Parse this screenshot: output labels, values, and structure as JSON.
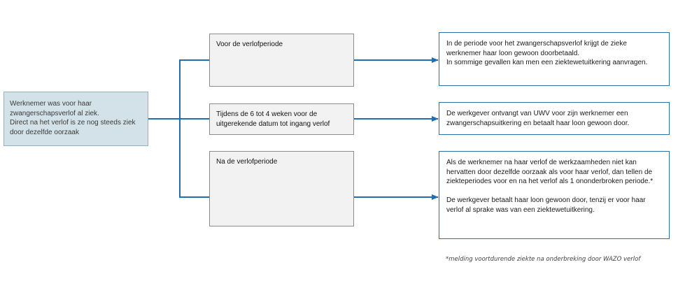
{
  "root": {
    "text": "Werknemer was voor haar zwangerschapsverlof al ziek.\nDirect na het verlof is ze nog steeds ziek door dezelfde oorzaak"
  },
  "branches": [
    {
      "label": "Voor de verlofperiode",
      "result": "In de periode voor het zwangerschapsverlof krijgt de zieke werknemer haar loon gewoon doorbetaald.\nIn sommige gevallen kan men een ziektewetuitkering aanvragen."
    },
    {
      "label": "Tijdens de 6 tot 4 weken voor de uitgerekende datum tot ingang verlof",
      "result": "De werkgever ontvangt van UWV voor zijn werknemer een zwangerschapsuitkering en betaalt haar loon gewoon door."
    },
    {
      "label": "Na de verlofperiode",
      "result": "Als de werknemer na haar verlof de werkzaamheden niet kan hervatten door dezelfde oorzaak als voor haar verlof, dan tellen de ziekteperiodes voor en na het verlof als 1 ononderbroken periode.*\n\nDe werkgever betaalt haar loon gewoon door, tenzij er voor haar verlof al sprake was van een ziektewetuitkering."
    }
  ],
  "footnote": "*melding voortdurende ziekte na onderbreking door WAZO verlof",
  "colors": {
    "connector": "#1f6fb5",
    "root_fill": "#d3e2e8",
    "mid_fill": "#f2f2f2",
    "out_border": "#2a6fa8"
  }
}
